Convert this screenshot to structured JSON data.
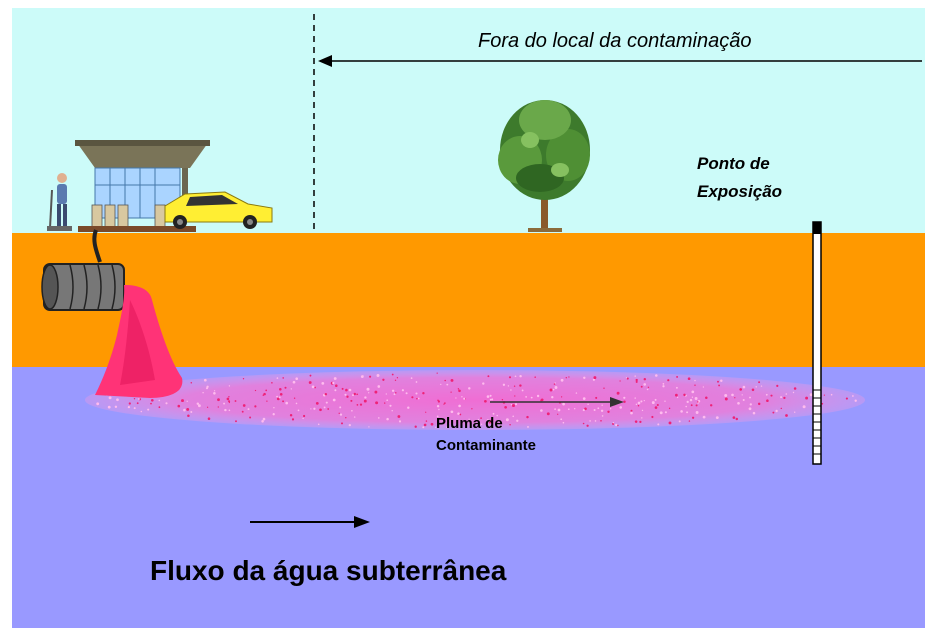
{
  "labels": {
    "offsite": "Fora do local da contaminação",
    "exposure_line1": "Ponto de",
    "exposure_line2": "Exposição",
    "plume_line1": "Pluma de",
    "plume_line2": "Contaminante",
    "groundwater_flow": "Fluxo da água subterrânea"
  },
  "colors": {
    "sky": "#ccfbf9",
    "soil": "#ff9900",
    "groundwater": "#9999ff",
    "plume": "#ff3399",
    "car": "#ffee33"
  }
}
